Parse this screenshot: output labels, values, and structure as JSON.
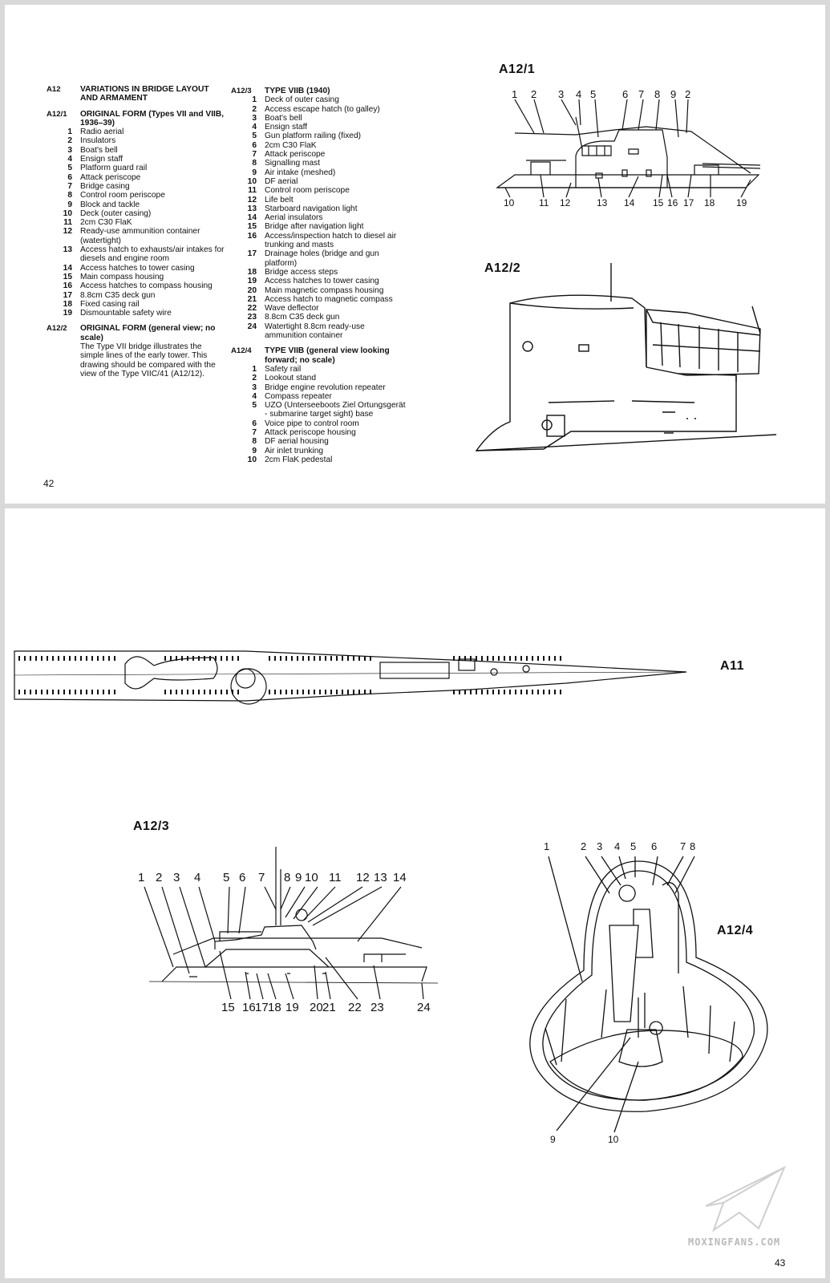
{
  "page42": {
    "page_number": "42",
    "col1": {
      "sections": [
        {
          "code": "A12",
          "heading": "VARIATIONS IN BRIDGE LAYOUT AND ARMAMENT"
        },
        {
          "code": "A12/1",
          "heading": "ORIGINAL FORM (Types VII and VIIB, 1936–39)",
          "items": [
            {
              "n": "1",
              "t": "Radio aerial"
            },
            {
              "n": "2",
              "t": "Insulators"
            },
            {
              "n": "3",
              "t": "Boat's bell"
            },
            {
              "n": "4",
              "t": "Ensign staff"
            },
            {
              "n": "5",
              "t": "Platform guard rail"
            },
            {
              "n": "6",
              "t": "Attack periscope"
            },
            {
              "n": "7",
              "t": "Bridge casing"
            },
            {
              "n": "8",
              "t": "Control room periscope"
            },
            {
              "n": "9",
              "t": "Block and tackle"
            },
            {
              "n": "10",
              "t": "Deck (outer casing)"
            },
            {
              "n": "11",
              "t": "2cm C30 FlaK"
            },
            {
              "n": "12",
              "t": "Ready-use ammunition container (watertight)"
            },
            {
              "n": "13",
              "t": "Access hatch to exhausts/air intakes for diesels and engine room"
            },
            {
              "n": "14",
              "t": "Access hatches to tower casing"
            },
            {
              "n": "15",
              "t": "Main compass housing"
            },
            {
              "n": "16",
              "t": "Access hatches to compass housing"
            },
            {
              "n": "17",
              "t": "8.8cm C35 deck gun"
            },
            {
              "n": "18",
              "t": "Fixed casing rail"
            },
            {
              "n": "19",
              "t": "Dismountable safety wire"
            }
          ]
        },
        {
          "code": "A12/2",
          "heading": "ORIGINAL FORM (general view; no scale)",
          "para": "The Type VII bridge illustrates the simple lines of the early tower. This drawing should be compared with the view of the Type VIIC/41 (A12/12)."
        }
      ]
    },
    "col2": {
      "sections": [
        {
          "code": "A12/3",
          "heading": "TYPE VIIB (1940)",
          "items": [
            {
              "n": "1",
              "t": "Deck of outer casing"
            },
            {
              "n": "2",
              "t": "Access escape hatch (to galley)"
            },
            {
              "n": "3",
              "t": "Boat's bell"
            },
            {
              "n": "4",
              "t": "Ensign staff"
            },
            {
              "n": "5",
              "t": "Gun platform railing (fixed)"
            },
            {
              "n": "6",
              "t": "2cm C30 FlaK"
            },
            {
              "n": "7",
              "t": "Attack periscope"
            },
            {
              "n": "8",
              "t": "Signalling mast"
            },
            {
              "n": "9",
              "t": "Air intake (meshed)"
            },
            {
              "n": "10",
              "t": "DF aerial"
            },
            {
              "n": "11",
              "t": "Control room periscope"
            },
            {
              "n": "12",
              "t": "Life belt"
            },
            {
              "n": "13",
              "t": "Starboard navigation light"
            },
            {
              "n": "14",
              "t": "Aerial insulators"
            },
            {
              "n": "15",
              "t": "Bridge after navigation light"
            },
            {
              "n": "16",
              "t": "Access/inspection hatch to diesel air trunking and masts"
            },
            {
              "n": "17",
              "t": "Drainage holes (bridge and gun platform)"
            },
            {
              "n": "18",
              "t": "Bridge access steps"
            },
            {
              "n": "19",
              "t": "Access hatches to tower casing"
            },
            {
              "n": "20",
              "t": "Main magnetic compass housing"
            },
            {
              "n": "21",
              "t": "Access hatch to magnetic compass"
            },
            {
              "n": "22",
              "t": "Wave deflector"
            },
            {
              "n": "23",
              "t": "8.8cm C35 deck gun"
            },
            {
              "n": "24",
              "t": "Watertight 8.8cm ready-use ammunition container"
            }
          ]
        },
        {
          "code": "A12/4",
          "heading": "TYPE VIIB (general view looking forward; no scale)",
          "items": [
            {
              "n": "1",
              "t": "Safety rail"
            },
            {
              "n": "2",
              "t": "Lookout stand"
            },
            {
              "n": "3",
              "t": "Bridge engine revolution repeater"
            },
            {
              "n": "4",
              "t": "Compass repeater"
            },
            {
              "n": "5",
              "t": "UZO (Unterseeboots Ziel Ortungsgerät - submarine target sight) base"
            },
            {
              "n": "6",
              "t": "Voice pipe to control room"
            },
            {
              "n": "7",
              "t": "Attack periscope housing"
            },
            {
              "n": "8",
              "t": "DF aerial housing"
            },
            {
              "n": "9",
              "t": "Air inlet trunking"
            },
            {
              "n": "10",
              "t": "2cm FlaK pedestal"
            }
          ]
        }
      ]
    },
    "fig_a12_1": {
      "label": "A12/1",
      "top_numbers": [
        "1",
        "2",
        "3",
        "4",
        "5",
        "6",
        "7",
        "8",
        "9",
        "2"
      ],
      "bottom_numbers": [
        "10",
        "11",
        "12",
        "13",
        "14",
        "15",
        "16",
        "17",
        "18",
        "19"
      ]
    },
    "fig_a12_2": {
      "label": "A12/2"
    }
  },
  "page43": {
    "page_number": "43",
    "fig_a11": {
      "label": "A11"
    },
    "fig_a12_3": {
      "label": "A12/3",
      "top_numbers": [
        "1",
        "2",
        "3",
        "4",
        "5",
        "6",
        "7",
        "8",
        "9",
        "10",
        "11",
        "12",
        "13",
        "14"
      ],
      "bottom_numbers": [
        "15",
        "16",
        "17",
        "18",
        "19",
        "20",
        "21",
        "22",
        "23",
        "24"
      ]
    },
    "fig_a12_4": {
      "label": "A12/4",
      "top_numbers": [
        "1",
        "2",
        "3",
        "4",
        "5",
        "6",
        "7",
        "8"
      ],
      "bottom_numbers": [
        "9",
        "10"
      ]
    },
    "watermark": "MOXINGFANS.COM"
  }
}
